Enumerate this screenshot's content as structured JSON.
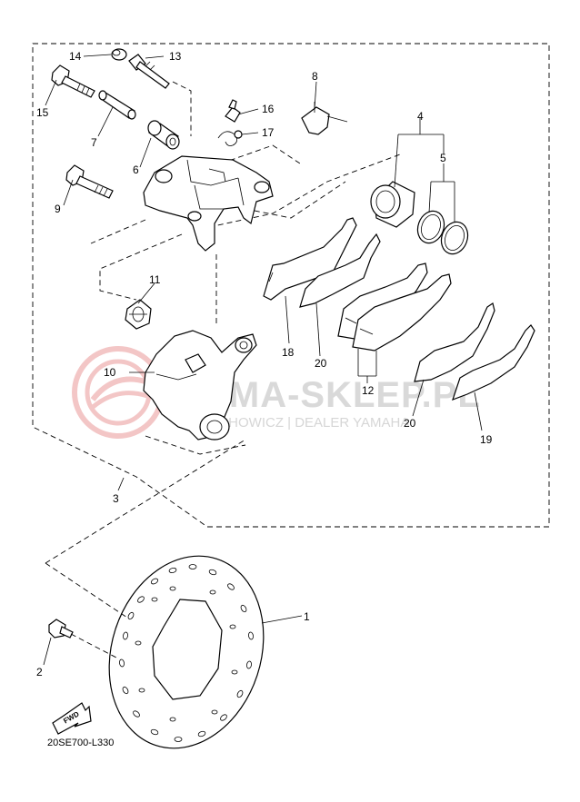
{
  "diagram": {
    "code": "20SE700-L330",
    "fwd_label": "FWD",
    "watermark": {
      "brand": "YAMA-SKLEP.PL",
      "tagline": "WIECHOWICZ | DEALER YAMAHA"
    },
    "callouts": [
      {
        "id": "c1",
        "label": "1"
      },
      {
        "id": "c2",
        "label": "2"
      },
      {
        "id": "c3",
        "label": "3"
      },
      {
        "id": "c4",
        "label": "4"
      },
      {
        "id": "c5",
        "label": "5"
      },
      {
        "id": "c6",
        "label": "6"
      },
      {
        "id": "c7",
        "label": "7"
      },
      {
        "id": "c8",
        "label": "8"
      },
      {
        "id": "c9",
        "label": "9"
      },
      {
        "id": "c10",
        "label": "10"
      },
      {
        "id": "c11",
        "label": "11"
      },
      {
        "id": "c12",
        "label": "12"
      },
      {
        "id": "c13",
        "label": "13"
      },
      {
        "id": "c14",
        "label": "14"
      },
      {
        "id": "c15",
        "label": "15"
      },
      {
        "id": "c16",
        "label": "16"
      },
      {
        "id": "c17",
        "label": "17"
      },
      {
        "id": "c18",
        "label": "18"
      },
      {
        "id": "c19",
        "label": "19"
      },
      {
        "id": "c20a",
        "label": "20"
      },
      {
        "id": "c20b",
        "label": "20"
      }
    ]
  }
}
